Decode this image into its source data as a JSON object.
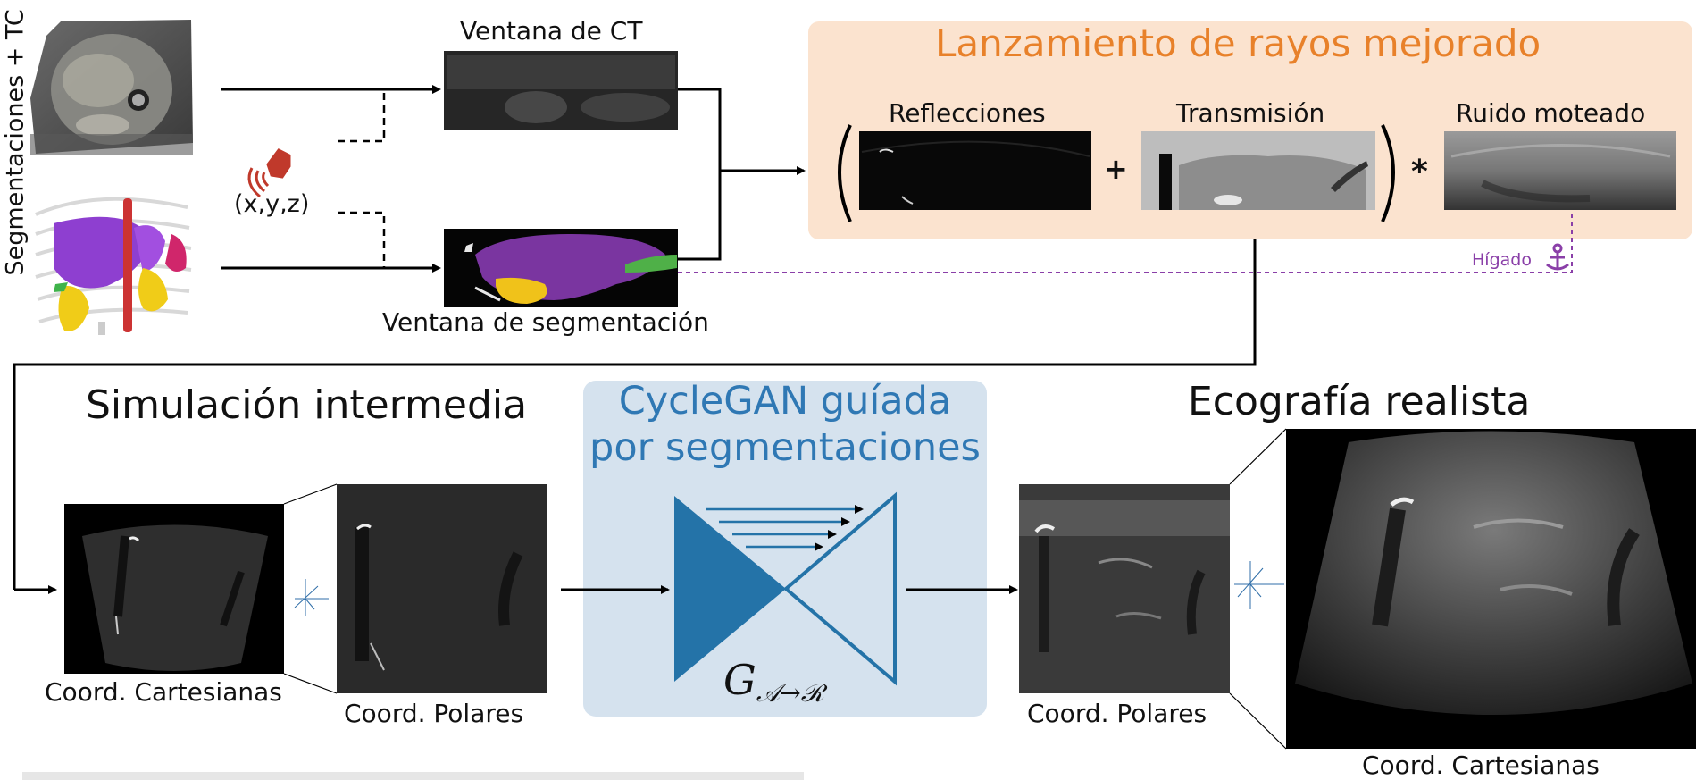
{
  "inputs": {
    "side_label": "Segmentaciones + TC",
    "probe_position": "(x,y,z)"
  },
  "windows": {
    "ct_title": "Ventana de CT",
    "seg_title": "Ventana de segmentación"
  },
  "raycasting": {
    "title": "Lanzamiento de rayos mejorado",
    "reflections": "Reflecciones",
    "transmission": "Transmisión",
    "speckle": "Ruido moteado",
    "plus": "+",
    "times": "*",
    "liver_label": "Hígado",
    "anchor_icon": "anchor-icon"
  },
  "intermediate": {
    "title": "Simulación intermedia",
    "cartesian_label": "Coord. Cartesianas",
    "polar_label": "Coord. Polares"
  },
  "cyclegan": {
    "title_line1": "CycleGAN guíada",
    "title_line2": "por segmentaciones",
    "generator_symbol": "G",
    "generator_subscript": "𝒜→ℛ"
  },
  "realistic": {
    "title": "Ecografía realista",
    "polar_label": "Coord. Polares",
    "cartesian_label": "Coord. Cartesianas"
  },
  "colors": {
    "raycast_title": "#e8812a",
    "raycast_bg": "#fbe3cf",
    "gan_title": "#2f78b4",
    "gan_bg": "#d5e2ee",
    "gan_shape": "#2473a8",
    "liver_purple": "#8a3fa8",
    "seg_purple": "#7a35a0",
    "seg_yellow": "#f0c21a",
    "seg_green": "#4fb048",
    "probe_red": "#c0392b"
  }
}
